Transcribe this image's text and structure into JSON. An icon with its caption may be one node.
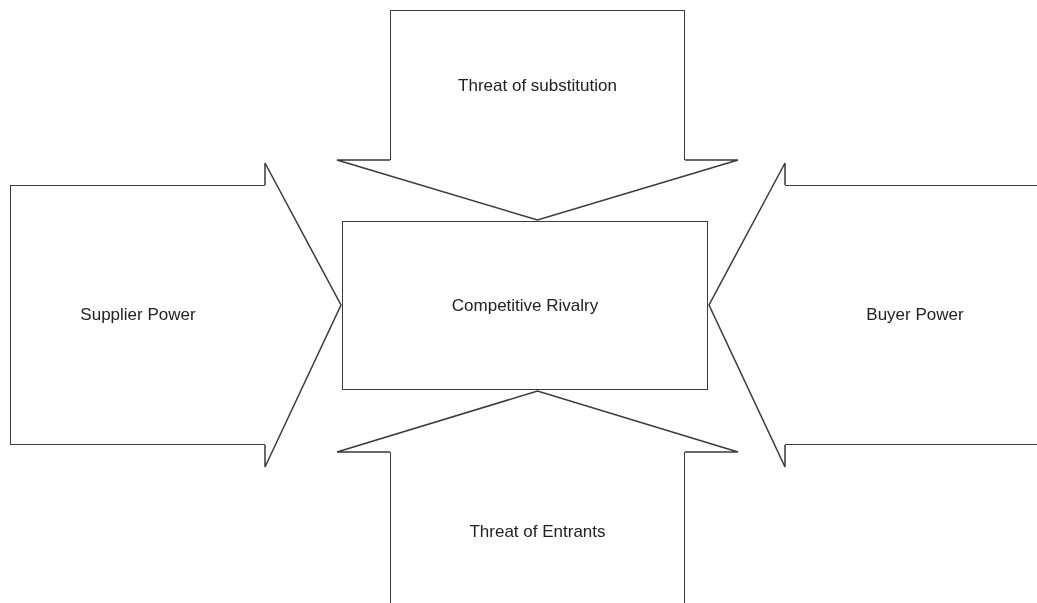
{
  "diagram": {
    "nodes": [
      {
        "text": [
          "Threat of substitution"
        ]
      },
      {
        "text": [
          "Supplier Power"
        ]
      },
      {
        "text": [
          "Competitive Rivalry"
        ]
      },
      {
        "text": [
          "Buyer Power"
        ]
      },
      {
        "text": [
          "Threat of Entrants"
        ]
      }
    ],
    "edges": [
      {
        "from": 0,
        "to": 2,
        "arrow": "to"
      },
      {
        "from": 1,
        "to": 2,
        "arrow": "to"
      },
      {
        "from": 3,
        "to": 2,
        "arrow": "to"
      },
      {
        "from": 4,
        "to": 2,
        "arrow": "to"
      }
    ]
  }
}
